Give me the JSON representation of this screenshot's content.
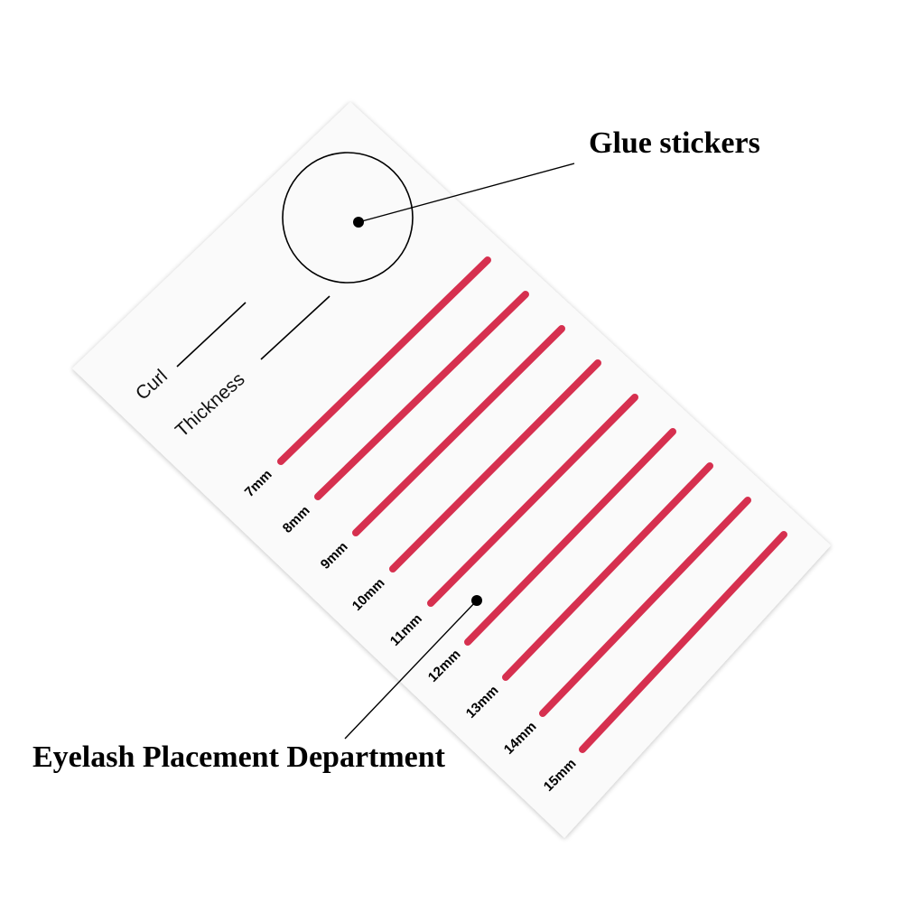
{
  "callouts": {
    "glue": "Glue stickers",
    "placement": "Eyelash Placement Department"
  },
  "card": {
    "fields": {
      "curl": "Curl",
      "thickness": "Thickness"
    },
    "lengths": [
      "7mm",
      "8mm",
      "9mm",
      "10mm",
      "11mm",
      "12mm",
      "13mm",
      "14mm",
      "15mm"
    ]
  },
  "colors": {
    "line": "#d6304f",
    "card": "#fafafa",
    "ink": "#000000"
  }
}
